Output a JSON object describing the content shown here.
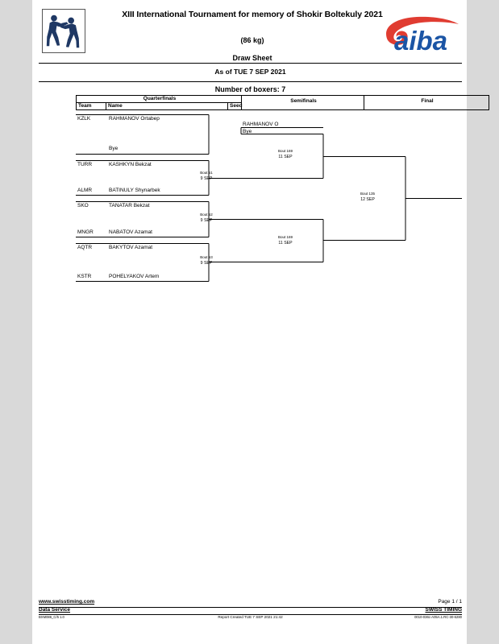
{
  "document": {
    "title": "XIII International Tournament for memory of Shokir Boltekuly 2021",
    "weight_class": "(86 kg)",
    "sheet_type": "Draw Sheet",
    "as_of": "As of TUE 7 SEP 2021",
    "boxers_count_label": "Number of boxers: 7"
  },
  "columns": {
    "quarterfinals": "Quarterfinals",
    "team": "Team",
    "name": "Name",
    "seed": "Seed",
    "semifinals": "Semifinals",
    "final": "Final"
  },
  "bracket": {
    "quarterfinals": [
      {
        "team": "KZLK",
        "name": "RAHMANOV Ortabep",
        "seed": ""
      },
      {
        "team": "",
        "name": "Bye",
        "seed": ""
      },
      {
        "team": "TURR",
        "name": "KASHKYN Bekzat",
        "seed": ""
      },
      {
        "team": "ALMR",
        "name": "BATINULY Shynarbek",
        "seed": ""
      },
      {
        "team": "SKO",
        "name": "TANATAR Bekzat",
        "seed": ""
      },
      {
        "team": "MNGR",
        "name": "NABATOV Azamat",
        "seed": ""
      },
      {
        "team": "AQTR",
        "name": "BAKYTOV Azamat",
        "seed": ""
      },
      {
        "team": "KSTR",
        "name": "POHELYAKOV Artem",
        "seed": ""
      }
    ],
    "qf_bouts": [
      {
        "bout": "Bout  51",
        "date": "9 SEP"
      },
      {
        "bout": "Bout  52",
        "date": "9 SEP"
      },
      {
        "bout": "Bout  53",
        "date": "9 SEP"
      }
    ],
    "semifinals": [
      {
        "name": "RAHMANOV O",
        "sub": "Bye"
      }
    ],
    "sf_bouts": [
      {
        "bout": "Bout  169",
        "date": "11 SEP"
      },
      {
        "bout": "Bout  169",
        "date": "11 SEP"
      }
    ],
    "final_bout": {
      "bout": "Bout  135",
      "date": "12 SEP"
    }
  },
  "footer": {
    "url": "www.swisstiming.com",
    "page": "Page 1 / 1",
    "data_service": "Data Service",
    "swiss_timing": "SWISS TIMING",
    "version": "BXM086_C/5 1.0",
    "report_created": "Report Created TUE 7 SEP 2021 21:42",
    "code": "0010-036c-A05A.1.RC-30-6280"
  },
  "colors": {
    "aiba_blue": "#1B55A5",
    "aiba_red": "#E03C31",
    "boxer_navy": "#1F3864"
  }
}
